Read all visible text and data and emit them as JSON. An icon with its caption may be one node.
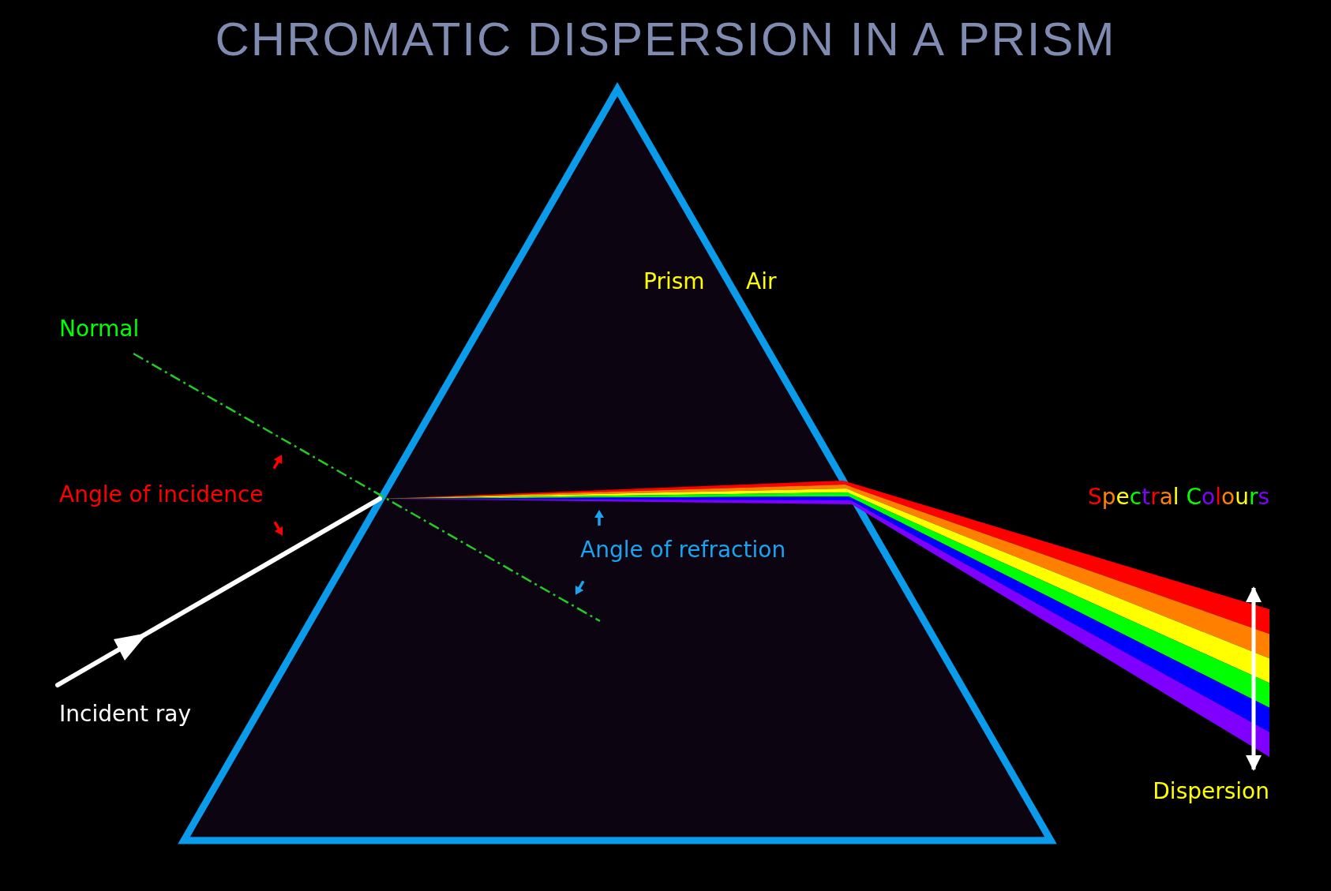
{
  "diagram": {
    "title": "CHROMATIC DISPERSION IN A PRISM",
    "labels": [
      "Prism",
      "Air",
      "Normal",
      "Angle of incidence",
      "Angle of refraction",
      "Spectral Colours",
      "Incident ray",
      "Dispersion"
    ]
  }
}
